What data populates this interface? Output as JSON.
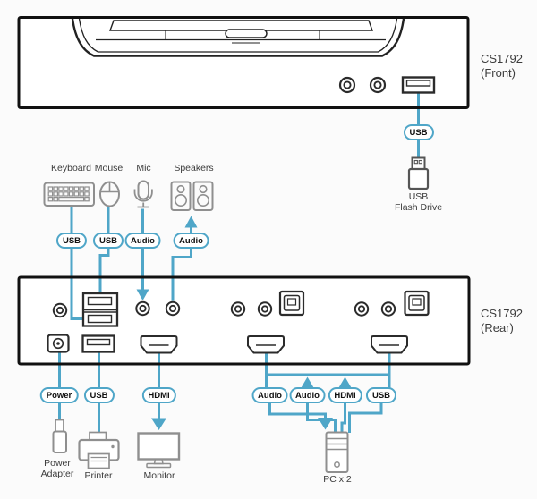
{
  "colors": {
    "accent_blue": "#4fa6c8",
    "device_outline": "#111111",
    "icon_gray": "#8f8f8f",
    "flash_drive_gray": "#555555",
    "text": "#3c3c3c"
  },
  "front_device": {
    "model": "CS1792",
    "view": "(Front)"
  },
  "rear_device": {
    "model": "CS1792",
    "view": "(Rear)"
  },
  "front_connection": {
    "badge": "USB",
    "device_line1": "USB",
    "device_line2": "Flash Drive"
  },
  "peripherals": {
    "keyboard": {
      "label": "Keyboard",
      "badge": "USB"
    },
    "mouse": {
      "label": "Mouse",
      "badge": "USB"
    },
    "mic": {
      "label": "Mic",
      "badge": "Audio"
    },
    "speakers": {
      "label": "Speakers",
      "badge": "Audio"
    }
  },
  "bottom_connections": {
    "power": {
      "badge": "Power",
      "label_line1": "Power",
      "label_line2": "Adapter"
    },
    "printer": {
      "badge": "USB",
      "label": "Printer"
    },
    "monitor": {
      "badge": "HDMI",
      "label": "Monitor"
    },
    "pc": {
      "badge_audio_1": "Audio",
      "badge_audio_2": "Audio",
      "badge_hdmi": "HDMI",
      "badge_usb": "USB",
      "label": "PC x 2"
    }
  }
}
